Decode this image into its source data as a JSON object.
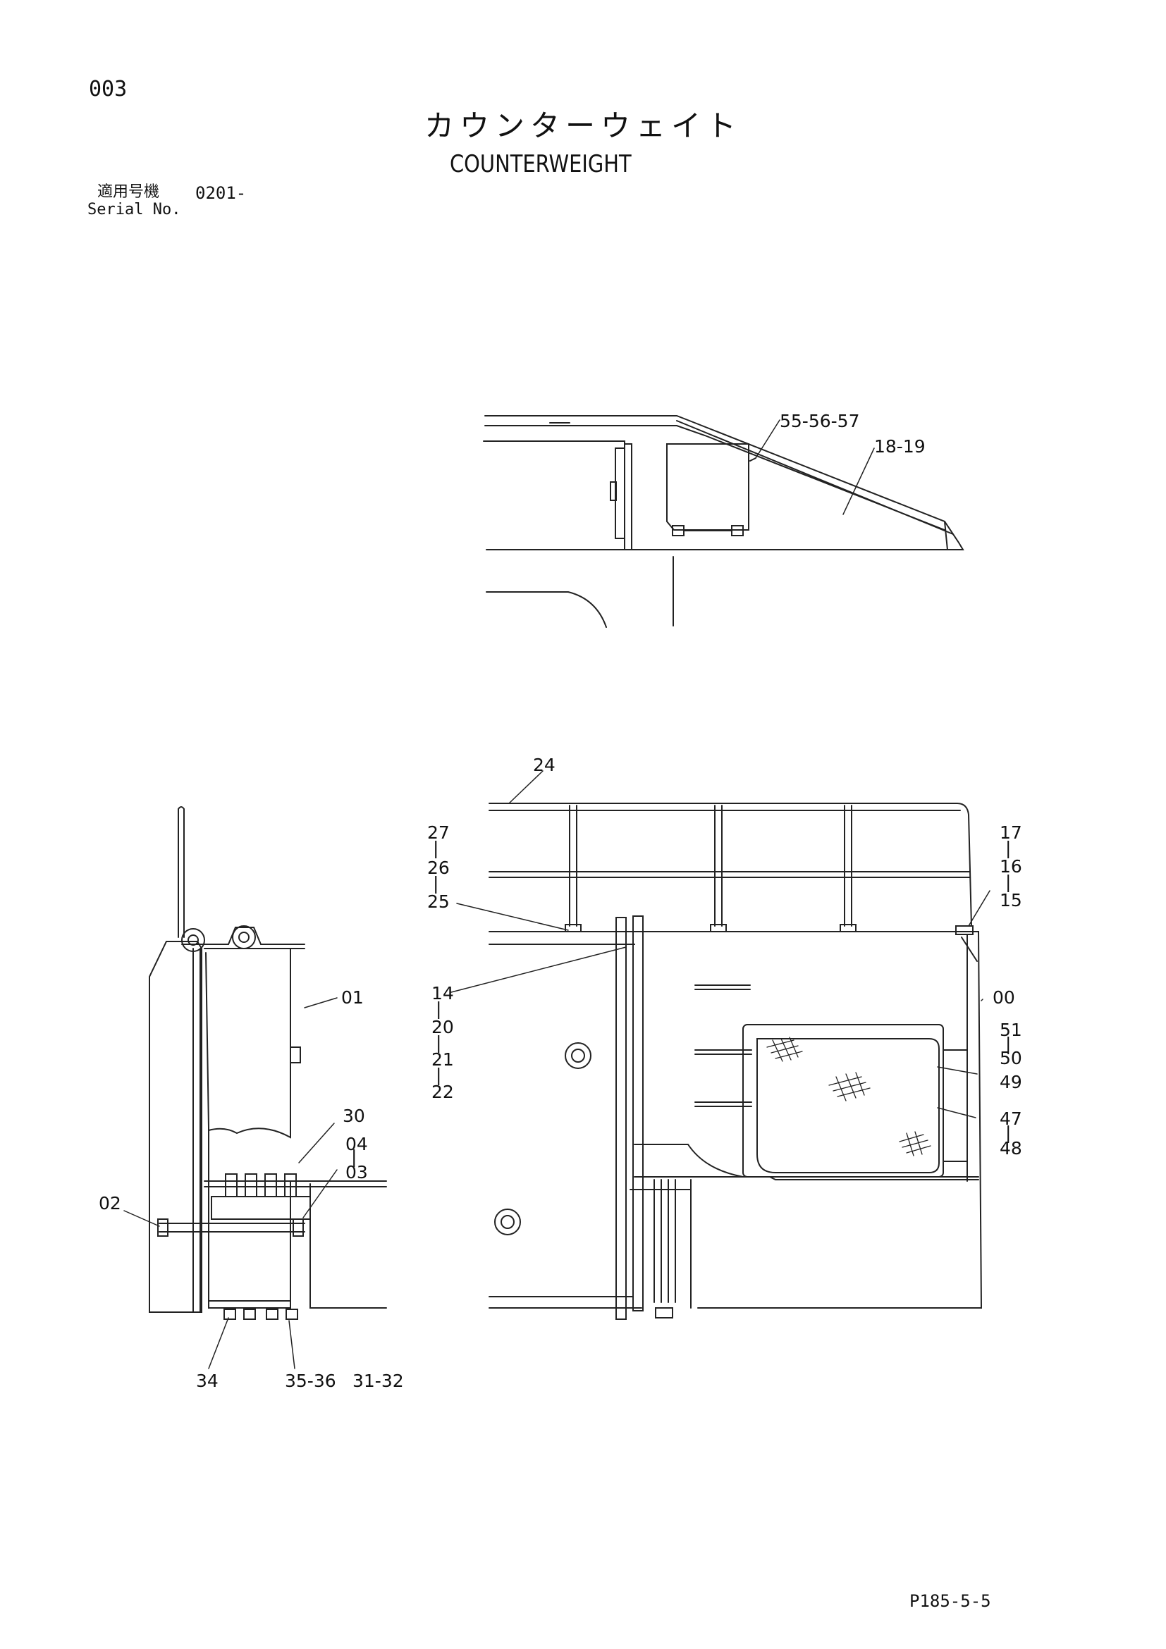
{
  "page_number": "003",
  "title_jp": "カウンターウェイト",
  "title_en": "COUNTERWEIGHT",
  "serial": {
    "label_jp": "適用号機",
    "label_en": "Serial No.",
    "value": "0201-"
  },
  "page_code": "P185-5-5",
  "callouts": {
    "c55": "55-56-57",
    "c18": "18-19",
    "c24": "24",
    "c27": "27",
    "c26": "26",
    "c25": "25",
    "c17": "17",
    "c16": "16",
    "c15": "15",
    "c14": "14",
    "c20": "20",
    "c21": "21",
    "c22": "22",
    "c00": "00",
    "c51": "51",
    "c50": "50",
    "c49": "49",
    "c47": "47",
    "c48": "48",
    "c01": "01",
    "c30": "30",
    "c04": "04",
    "c03": "03",
    "c02": "02",
    "c34": "34",
    "c35": "35-36",
    "c31": "31-32"
  }
}
